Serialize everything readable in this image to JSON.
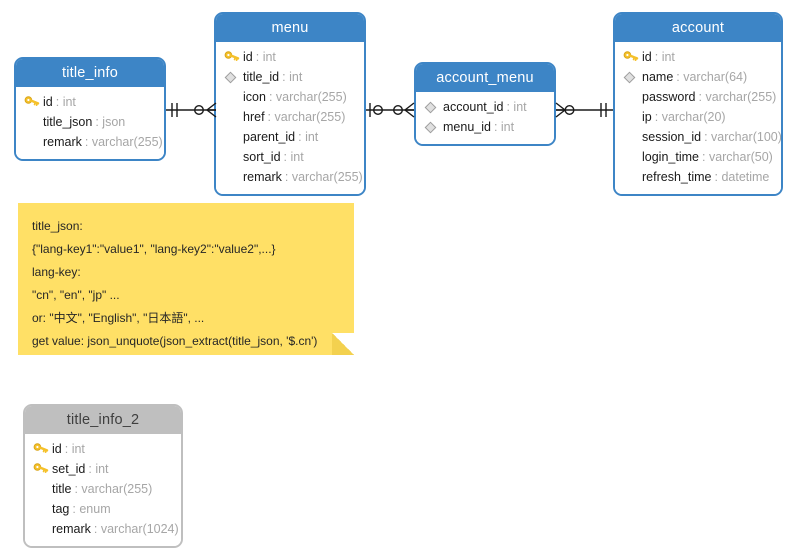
{
  "diagram": {
    "type": "er-diagram",
    "background": "#ffffff",
    "colors": {
      "header_blue": "#3d85c6",
      "header_gray": "#bfbfbf",
      "note_yellow": "#ffe066",
      "type_text": "#a6a6a6",
      "name_text": "#1a1a1a"
    }
  },
  "tables": [
    {
      "name": "title_info",
      "header_style": "blue",
      "columns": [
        {
          "icon": "key-icon",
          "name": "id",
          "type": "int"
        },
        {
          "icon": "none",
          "name": "title_json",
          "type": "json"
        },
        {
          "icon": "none",
          "name": "remark",
          "type": "varchar(255)"
        }
      ]
    },
    {
      "name": "menu",
      "header_style": "blue",
      "columns": [
        {
          "icon": "key-icon",
          "name": "id",
          "type": "int"
        },
        {
          "icon": "diamond-icon",
          "name": "title_id",
          "type": "int"
        },
        {
          "icon": "none",
          "name": "icon",
          "type": "varchar(255)"
        },
        {
          "icon": "none",
          "name": "href",
          "type": "varchar(255)"
        },
        {
          "icon": "none",
          "name": "parent_id",
          "type": "int"
        },
        {
          "icon": "none",
          "name": "sort_id",
          "type": "int"
        },
        {
          "icon": "none",
          "name": "remark",
          "type": "varchar(255)"
        }
      ]
    },
    {
      "name": "account_menu",
      "header_style": "blue",
      "columns": [
        {
          "icon": "diamond-icon",
          "name": "account_id",
          "type": "int"
        },
        {
          "icon": "diamond-icon",
          "name": "menu_id",
          "type": "int"
        }
      ]
    },
    {
      "name": "account",
      "header_style": "blue",
      "columns": [
        {
          "icon": "key-icon",
          "name": "id",
          "type": "int"
        },
        {
          "icon": "diamond-icon",
          "name": "name",
          "type": "varchar(64)"
        },
        {
          "icon": "none",
          "name": "password",
          "type": "varchar(255)"
        },
        {
          "icon": "none",
          "name": "ip",
          "type": "varchar(20)"
        },
        {
          "icon": "none",
          "name": "session_id",
          "type": "varchar(100)"
        },
        {
          "icon": "none",
          "name": "login_time",
          "type": "varchar(50)"
        },
        {
          "icon": "none",
          "name": "refresh_time",
          "type": "datetime"
        }
      ]
    },
    {
      "name": "title_info_2",
      "header_style": "gray",
      "columns": [
        {
          "icon": "key-icon",
          "name": "id",
          "type": "int"
        },
        {
          "icon": "key-icon",
          "name": "set_id",
          "type": "int"
        },
        {
          "icon": "none",
          "name": "title",
          "type": "varchar(255)"
        },
        {
          "icon": "none",
          "name": "tag",
          "type": "enum"
        },
        {
          "icon": "none",
          "name": "remark",
          "type": "varchar(1024)"
        }
      ]
    }
  ],
  "note": {
    "lines": [
      "title_json:",
      "{\"lang-key1\":\"value1\", \"lang-key2\":\"value2\",...}",
      "lang-key:",
      "\"cn\", \"en\", \"jp\" ...",
      "or: \"中文\", \"English\", \"日本語\", ...",
      "get value: json_unquote(json_extract(title_json, '$.cn')"
    ]
  },
  "relationships": [
    {
      "from": "title_info",
      "to": "menu",
      "from_cardinality": "one",
      "to_cardinality": "zero-or-many"
    },
    {
      "from": "menu",
      "to": "account_menu",
      "from_cardinality": "zero-or-one",
      "to_cardinality": "zero-or-many"
    },
    {
      "from": "account_menu",
      "to": "account",
      "from_cardinality": "zero-or-many",
      "to_cardinality": "one"
    }
  ]
}
